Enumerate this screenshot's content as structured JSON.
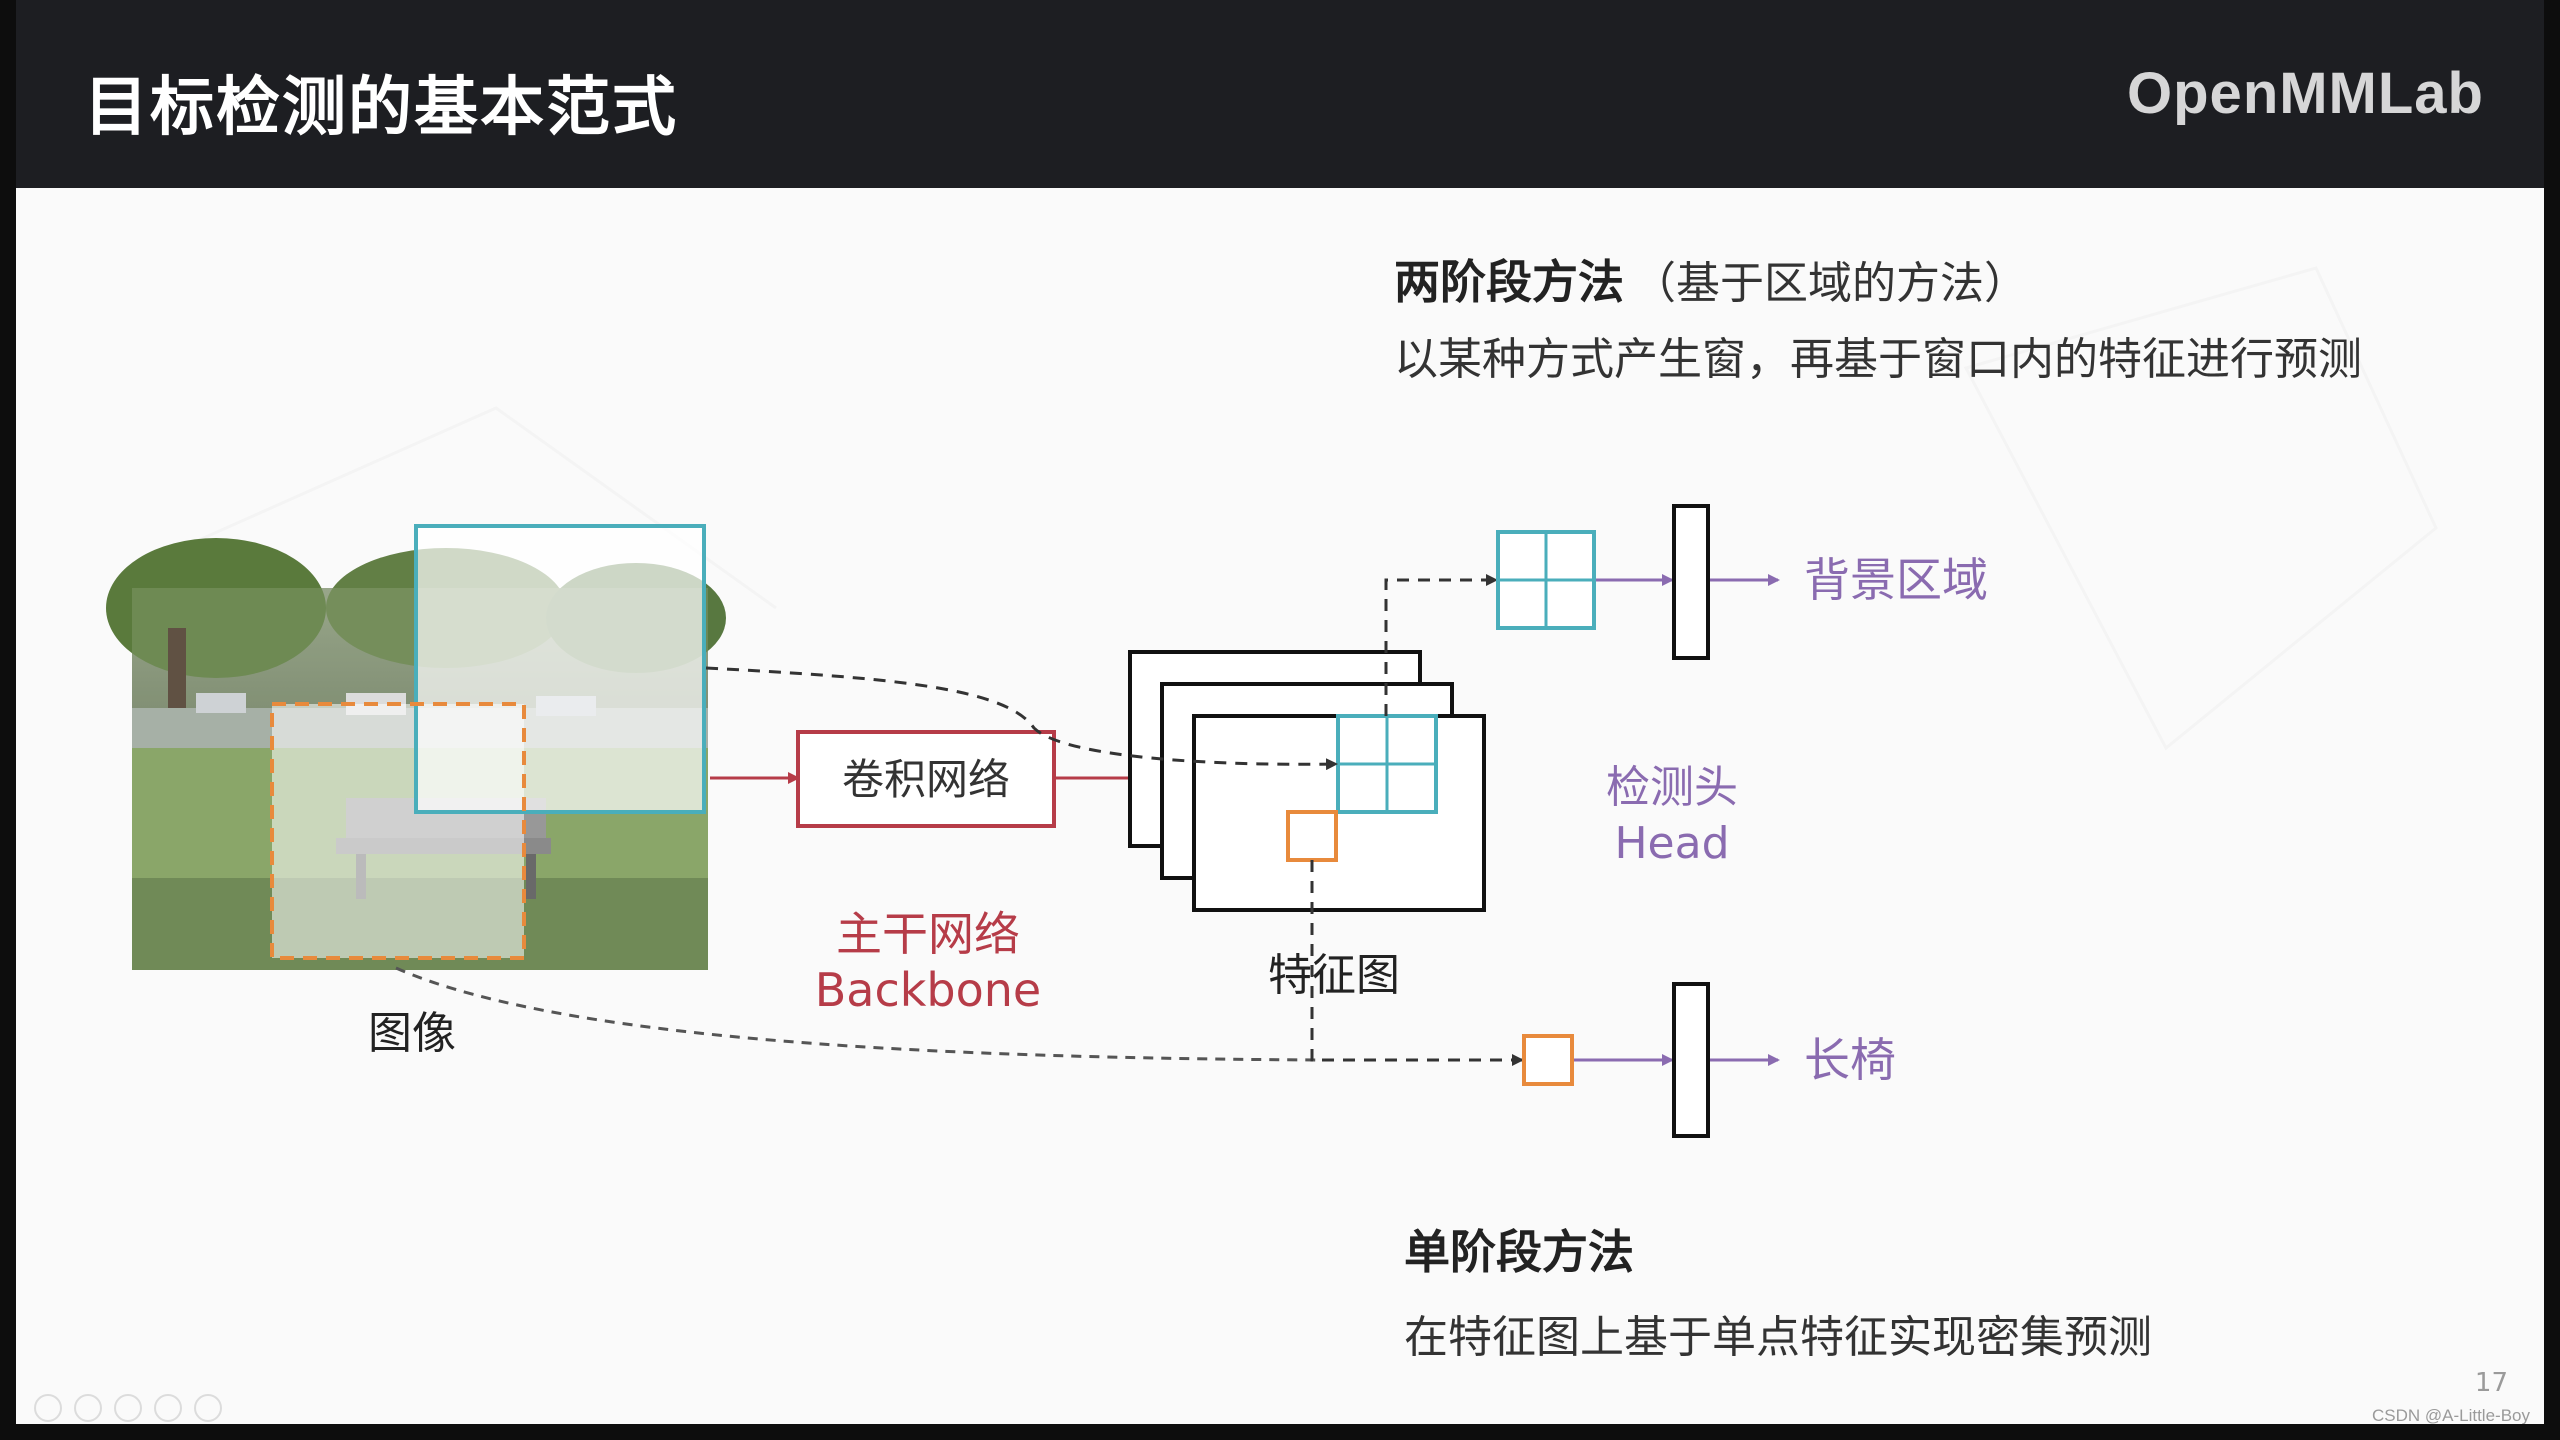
{
  "header": {
    "title": "目标检测的基本范式",
    "logo_text": "OpenMMLab"
  },
  "diagram": {
    "two_stage_title": "两阶段方法",
    "two_stage_paren": "（基于区域的方法）",
    "two_stage_desc": "以某种方式产生窗，再基于窗口内的特征进行预测",
    "image_label": "图像",
    "cnn_label": "卷积网络",
    "backbone_cn": "主干网络",
    "backbone_en": "Backbone",
    "feature_map_label": "特征图",
    "head_cn": "检测头",
    "head_en": "Head",
    "output_background": "背景区域",
    "output_bench": "长椅",
    "one_stage_title": "单阶段方法",
    "one_stage_desc": "在特征图上基于单点特征实现密集预测"
  },
  "footer": {
    "page_number": "17",
    "credit": "CSDN @A-Little-Boy"
  },
  "colors": {
    "teal": "#4aaebb",
    "orange": "#e88a3c",
    "red": "#b63c48",
    "purple": "#8a6bb0",
    "dark": "#222222"
  },
  "icons": [
    "play-icon",
    "pen-icon",
    "slides-icon",
    "zoom-icon",
    "more-icon"
  ]
}
